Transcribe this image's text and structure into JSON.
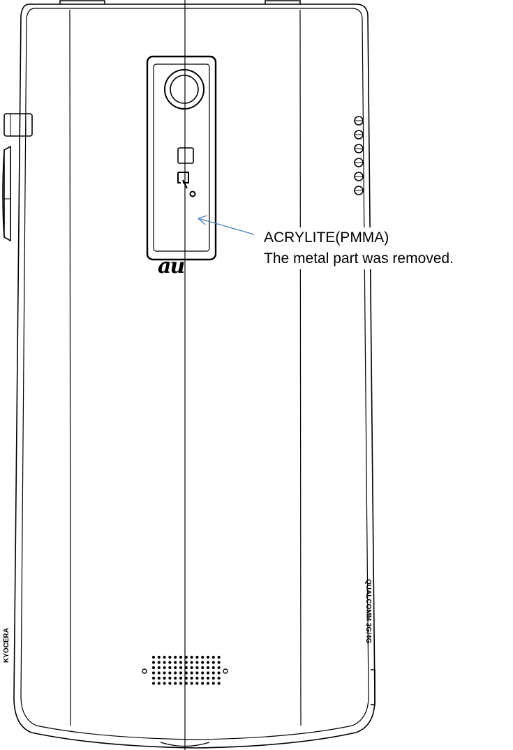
{
  "annotation": {
    "material": "ACRYLITE(PMMA)",
    "note": "The metal part was removed."
  },
  "logo": {
    "text": "au"
  },
  "side_prints": {
    "right": "QUALCOMM 3G/4G",
    "left": "KYOCERA"
  },
  "colors": {
    "line": "#000000",
    "arrow": "#4f81bd",
    "background": "#ffffff"
  },
  "icons": [
    "camera-lens-icon",
    "flash-square-icon",
    "nfc-felica-icon",
    "speaker-grille-icon",
    "pointer-arrow-icon"
  ]
}
